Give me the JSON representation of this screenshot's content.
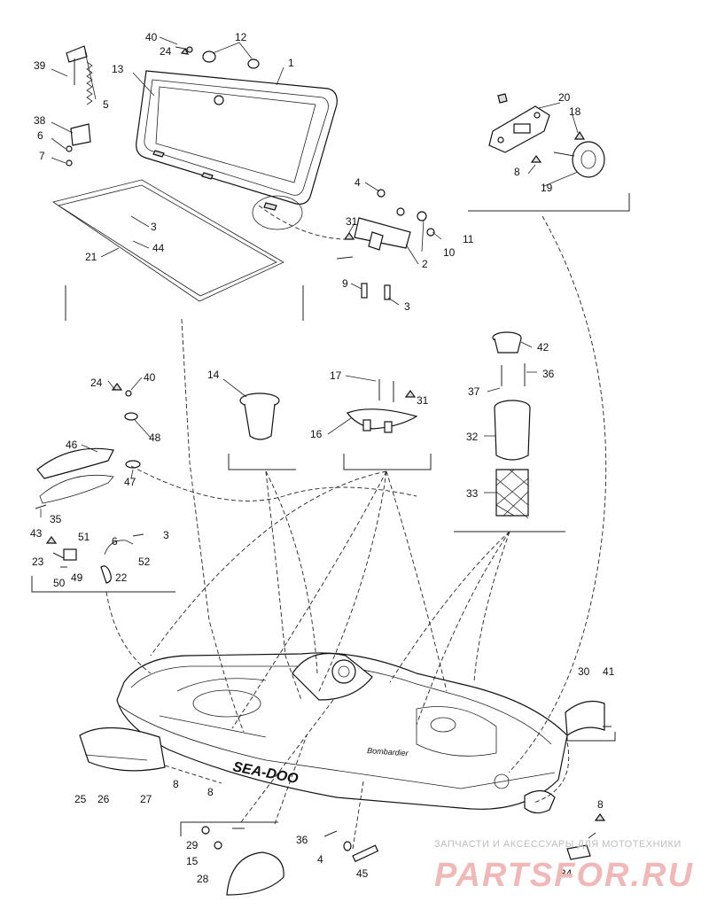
{
  "diagram": {
    "callouts": [
      "1",
      "2",
      "3",
      "4",
      "5",
      "6",
      "7",
      "8",
      "9",
      "10",
      "11",
      "12",
      "13",
      "14",
      "15",
      "16",
      "17",
      "18",
      "19",
      "20",
      "21",
      "22",
      "23",
      "24",
      "25",
      "26",
      "27",
      "28",
      "29",
      "30",
      "31",
      "32",
      "33",
      "34",
      "35",
      "36",
      "37",
      "38",
      "39",
      "40",
      "41",
      "42",
      "43",
      "44",
      "45",
      "46",
      "47",
      "48",
      "49",
      "50",
      "51",
      "52"
    ]
  },
  "hull_decals": {
    "logo": "SEA-DOO",
    "script": "Bombardier"
  },
  "watermark": {
    "tagline": "ЗАПЧАСТИ И АКСЕССУАРЫ ДЛЯ МОТОТЕХНИКИ",
    "brand": "PARTSFOR.RU"
  },
  "colors": {
    "line": "#111111",
    "watermark": "#f1b8b8"
  }
}
